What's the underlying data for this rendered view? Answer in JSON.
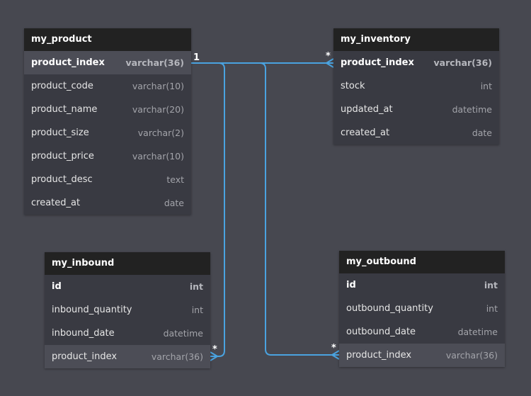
{
  "tables": {
    "my_product": {
      "title": "my_product",
      "rows": [
        {
          "name": "product_index",
          "type": "varchar(36)"
        },
        {
          "name": "product_code",
          "type": "varchar(10)"
        },
        {
          "name": "product_name",
          "type": "varchar(20)"
        },
        {
          "name": "product_size",
          "type": "varchar(2)"
        },
        {
          "name": "product_price",
          "type": "varchar(10)"
        },
        {
          "name": "product_desc",
          "type": "text"
        },
        {
          "name": "created_at",
          "type": "date"
        }
      ]
    },
    "my_inventory": {
      "title": "my_inventory",
      "rows": [
        {
          "name": "product_index",
          "type": "varchar(36)"
        },
        {
          "name": "stock",
          "type": "int"
        },
        {
          "name": "updated_at",
          "type": "datetime"
        },
        {
          "name": "created_at",
          "type": "date"
        }
      ]
    },
    "my_inbound": {
      "title": "my_inbound",
      "rows": [
        {
          "name": "id",
          "type": "int"
        },
        {
          "name": "inbound_quantity",
          "type": "int"
        },
        {
          "name": "inbound_date",
          "type": "datetime"
        },
        {
          "name": "product_index",
          "type": "varchar(36)"
        }
      ]
    },
    "my_outbound": {
      "title": "my_outbound",
      "rows": [
        {
          "name": "id",
          "type": "int"
        },
        {
          "name": "outbound_quantity",
          "type": "int"
        },
        {
          "name": "outbound_date",
          "type": "datetime"
        },
        {
          "name": "product_index",
          "type": "varchar(36)"
        }
      ]
    }
  },
  "relations": {
    "source_cardinality": "1",
    "inventory_cardinality": "*",
    "inbound_cardinality": "*",
    "outbound_cardinality": "*"
  },
  "colors": {
    "link": "#4aa3e0",
    "background": "#474850"
  }
}
